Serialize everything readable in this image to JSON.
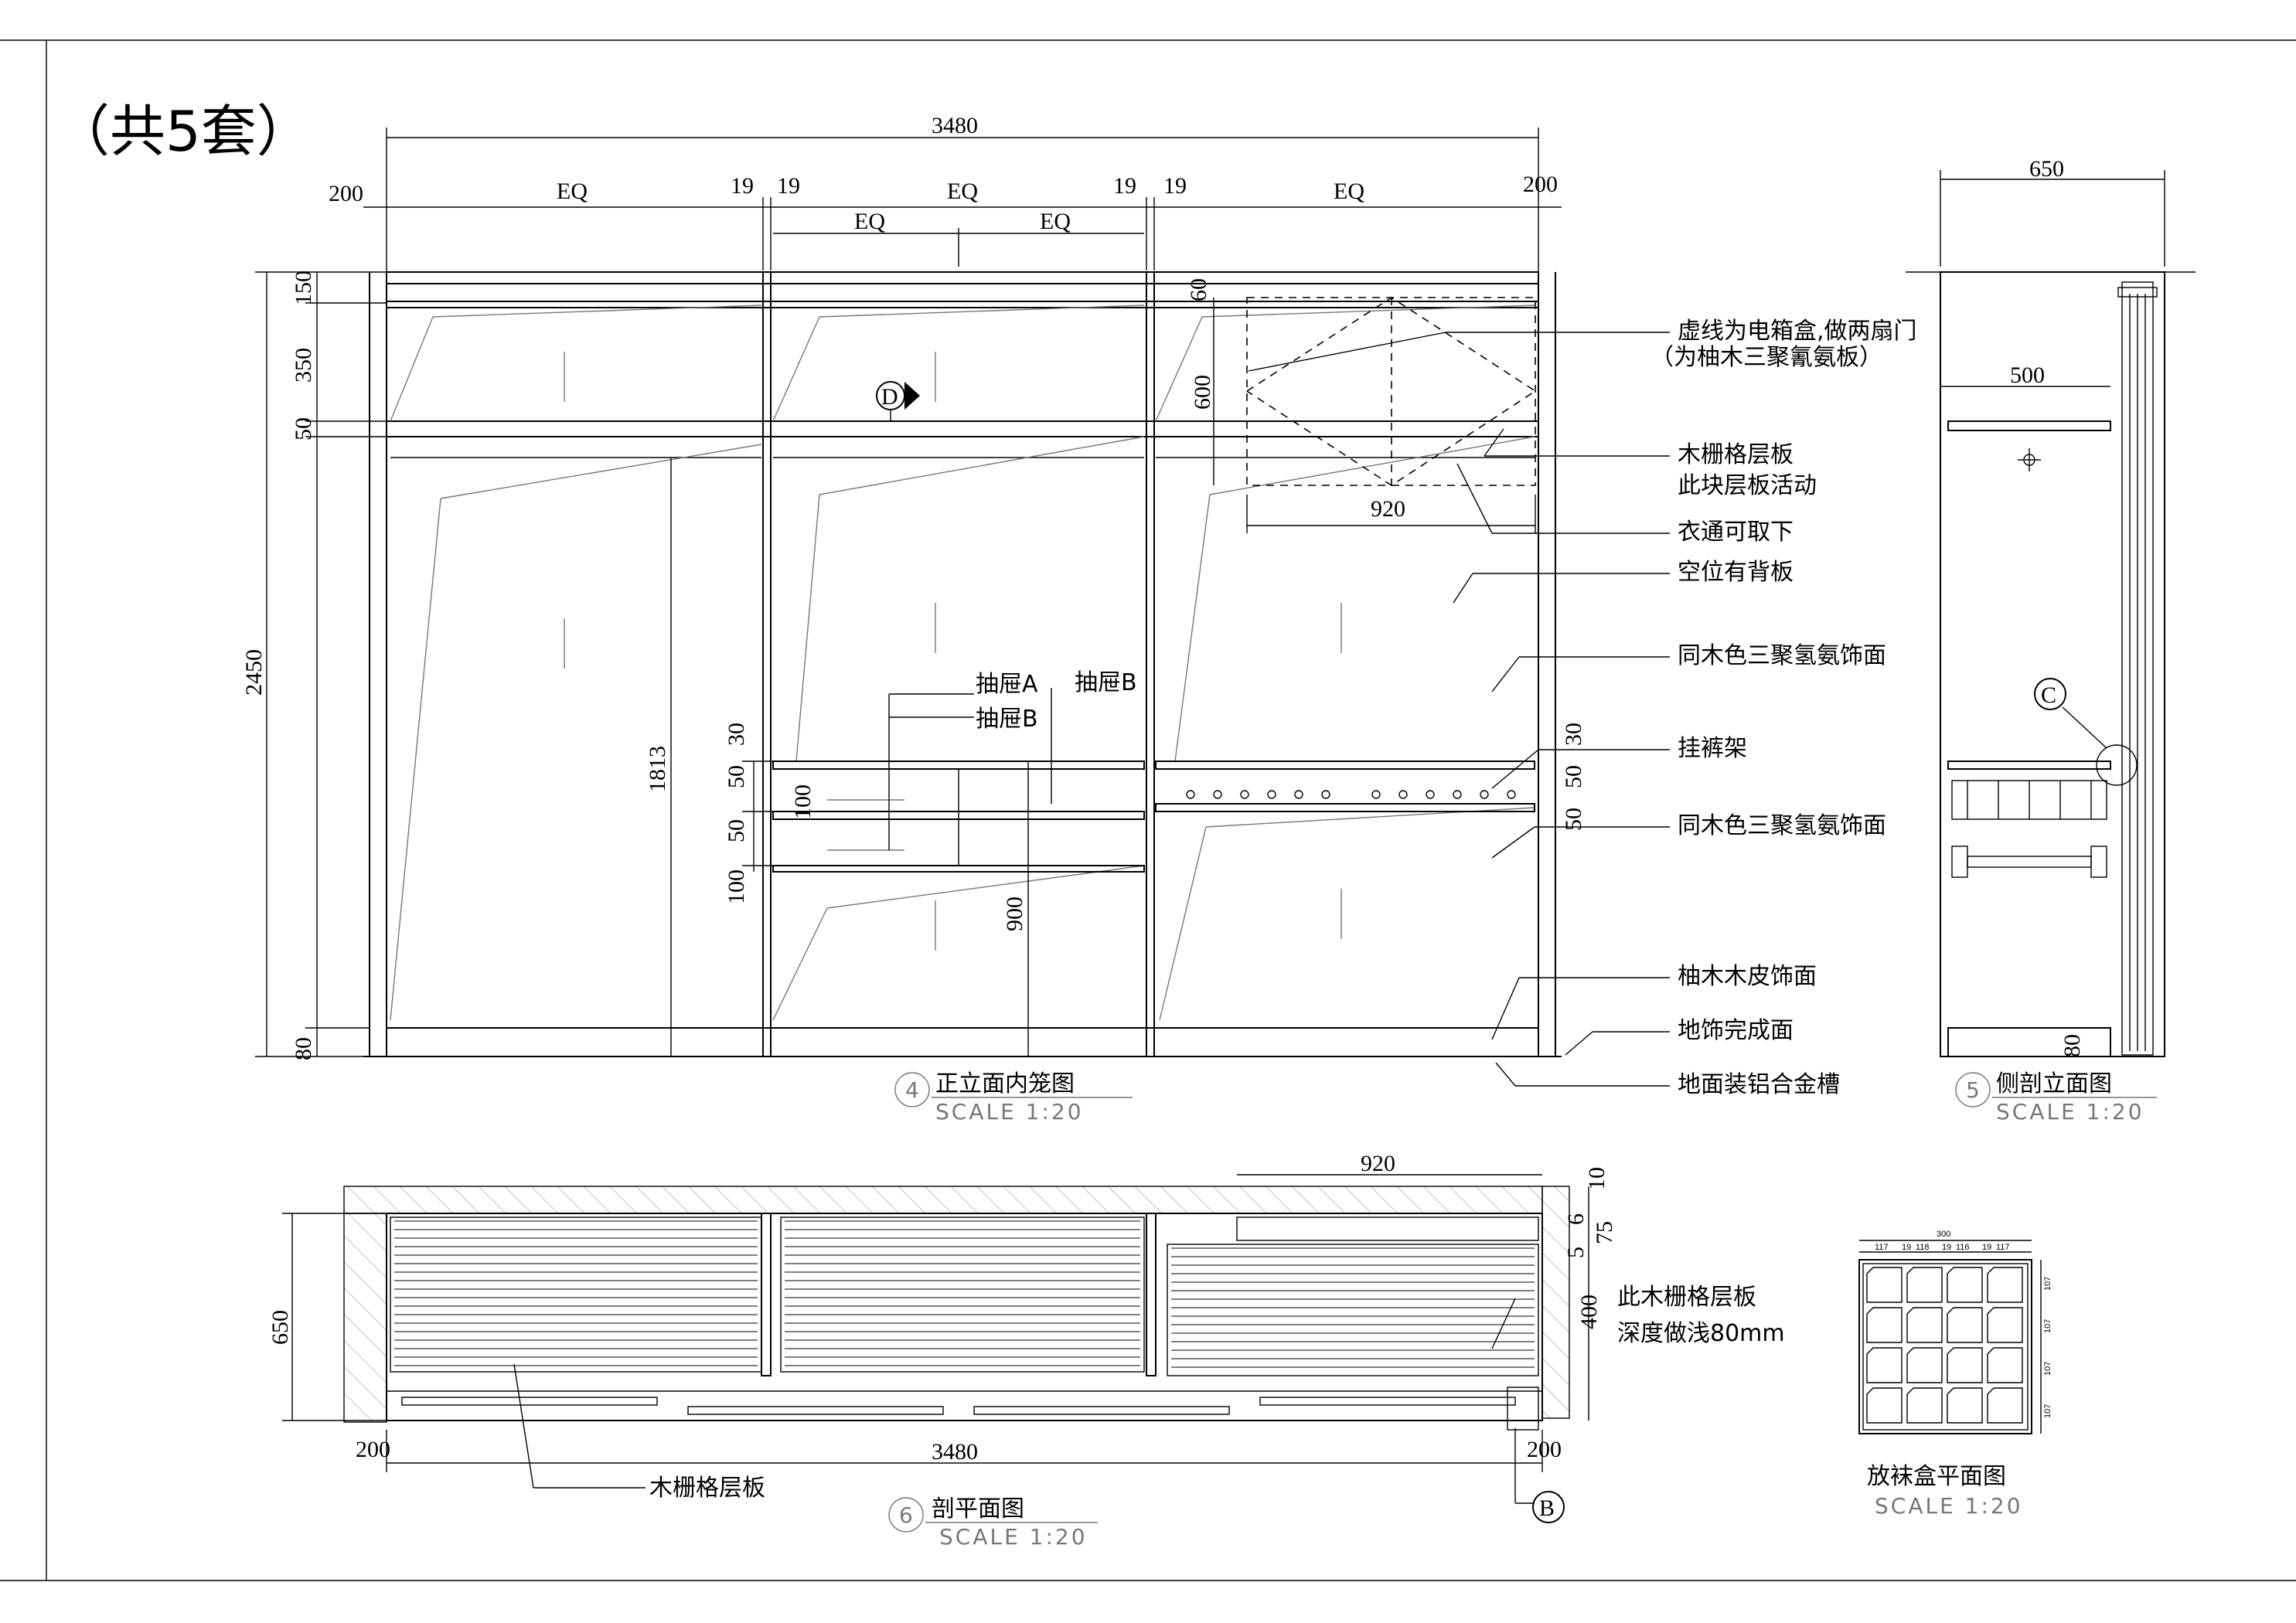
{
  "title": "（共5套）",
  "front": {
    "overall_width": "3480",
    "side_left": "200",
    "side_right": "200",
    "eq": "EQ",
    "gap": "19",
    "overall_height": "2450",
    "dim_150": "150",
    "dim_350": "350",
    "dim_50": "50",
    "dim_80": "80",
    "dim_60": "60",
    "dim_600": "600",
    "dim_920": "920",
    "dim_1813": "1813",
    "dim_900": "900",
    "dim_30": "30",
    "dim_100": "100",
    "drawer_a": "抽屉A",
    "drawer_b": "抽屉B",
    "drawer_b2": "抽屉B",
    "marker_d": "D",
    "number": "4",
    "name": "正立面内笼图",
    "scale": "SCALE 1:20"
  },
  "notes": [
    "虚线为电箱盒,做两扇门",
    "（为柚木三聚氰氨板）",
    "木栅格层板",
    "此块层板活动",
    "衣通可取下",
    "空位有背板",
    "同木色三聚氢氨饰面",
    "挂裤架",
    "同木色三聚氢氨饰面",
    "柚木木皮饰面",
    "地饰完成面",
    "地面装铝合金槽"
  ],
  "side": {
    "depth": "650",
    "inner_depth": "500",
    "dim_80": "80",
    "marker_c": "C",
    "number": "5",
    "name": "侧剖立面图",
    "scale": "SCALE 1:20"
  },
  "plan": {
    "dim_920": "920",
    "dim_650": "650",
    "dim_3480": "3480",
    "dim_200_left": "200",
    "dim_200_right": "200",
    "dim_10": "10",
    "dim_6": "6",
    "dim_75": "75",
    "dim_5": "5",
    "dim_400": "400",
    "note1": "此木栅格层板",
    "note2": "深度做浅80mm",
    "shelf_label": "木栅格层板",
    "marker_b": "B",
    "number": "6",
    "name": "剖平面图",
    "scale": "SCALE 1:20"
  },
  "sock": {
    "name": "放袜盒平面图",
    "scale": "SCALE 1:20",
    "top": "300",
    "cols": [
      "117",
      "19",
      "118",
      "19",
      "116",
      "19",
      "117"
    ],
    "rows": [
      "107",
      "107",
      "107",
      "107"
    ]
  }
}
